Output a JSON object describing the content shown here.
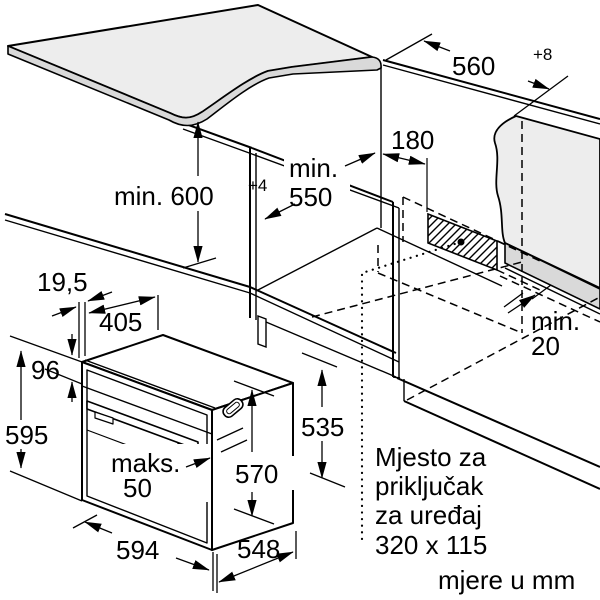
{
  "labels": {
    "niche_height": "min. 600",
    "niche_height_tol": "+4",
    "niche_width": "560",
    "niche_width_tol": "+8",
    "niche_depth_line1": "min.",
    "niche_depth_line2": "550",
    "outlet_offset": "180",
    "rear_gap_line1": "min.",
    "rear_gap_line2": "20",
    "frame_overhang": "19,5",
    "top_recess_depth": "405",
    "panel_height": "96",
    "oven_height": "595",
    "door_clearance_line1": "maks.",
    "door_clearance_line2": "50",
    "oven_width": "594",
    "oven_depth": "548",
    "body_height": "570",
    "body_rear_height": "535"
  },
  "connection_note": {
    "line1": "Mjesto za",
    "line2": "priključak",
    "line3": "za uređaj",
    "line4": "320 x 115"
  },
  "units_note": "mjere u mm",
  "colors": {
    "line": "#000000",
    "surface": "#ededed",
    "cut_edge": "#d9d9d9",
    "background": "#ffffff"
  }
}
